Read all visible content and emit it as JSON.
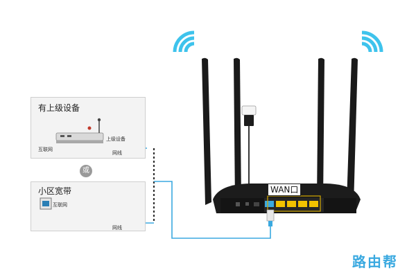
{
  "upper_device": {
    "title": "有上级设备",
    "internet_label": "互联网",
    "device_label": "上级设备",
    "cable_label": "网线"
  },
  "or_text": "或",
  "community": {
    "title": "小区宽带",
    "internet_label": "互联网",
    "cable_label": "网线"
  },
  "router": {
    "wan_label": "WAN口"
  },
  "watermark": "路由帮",
  "colors": {
    "cable": "#3aa9e0",
    "wifi": "#3ec3ec",
    "router_body": "#1c1c1c",
    "port_yellow": "#f2c200"
  }
}
